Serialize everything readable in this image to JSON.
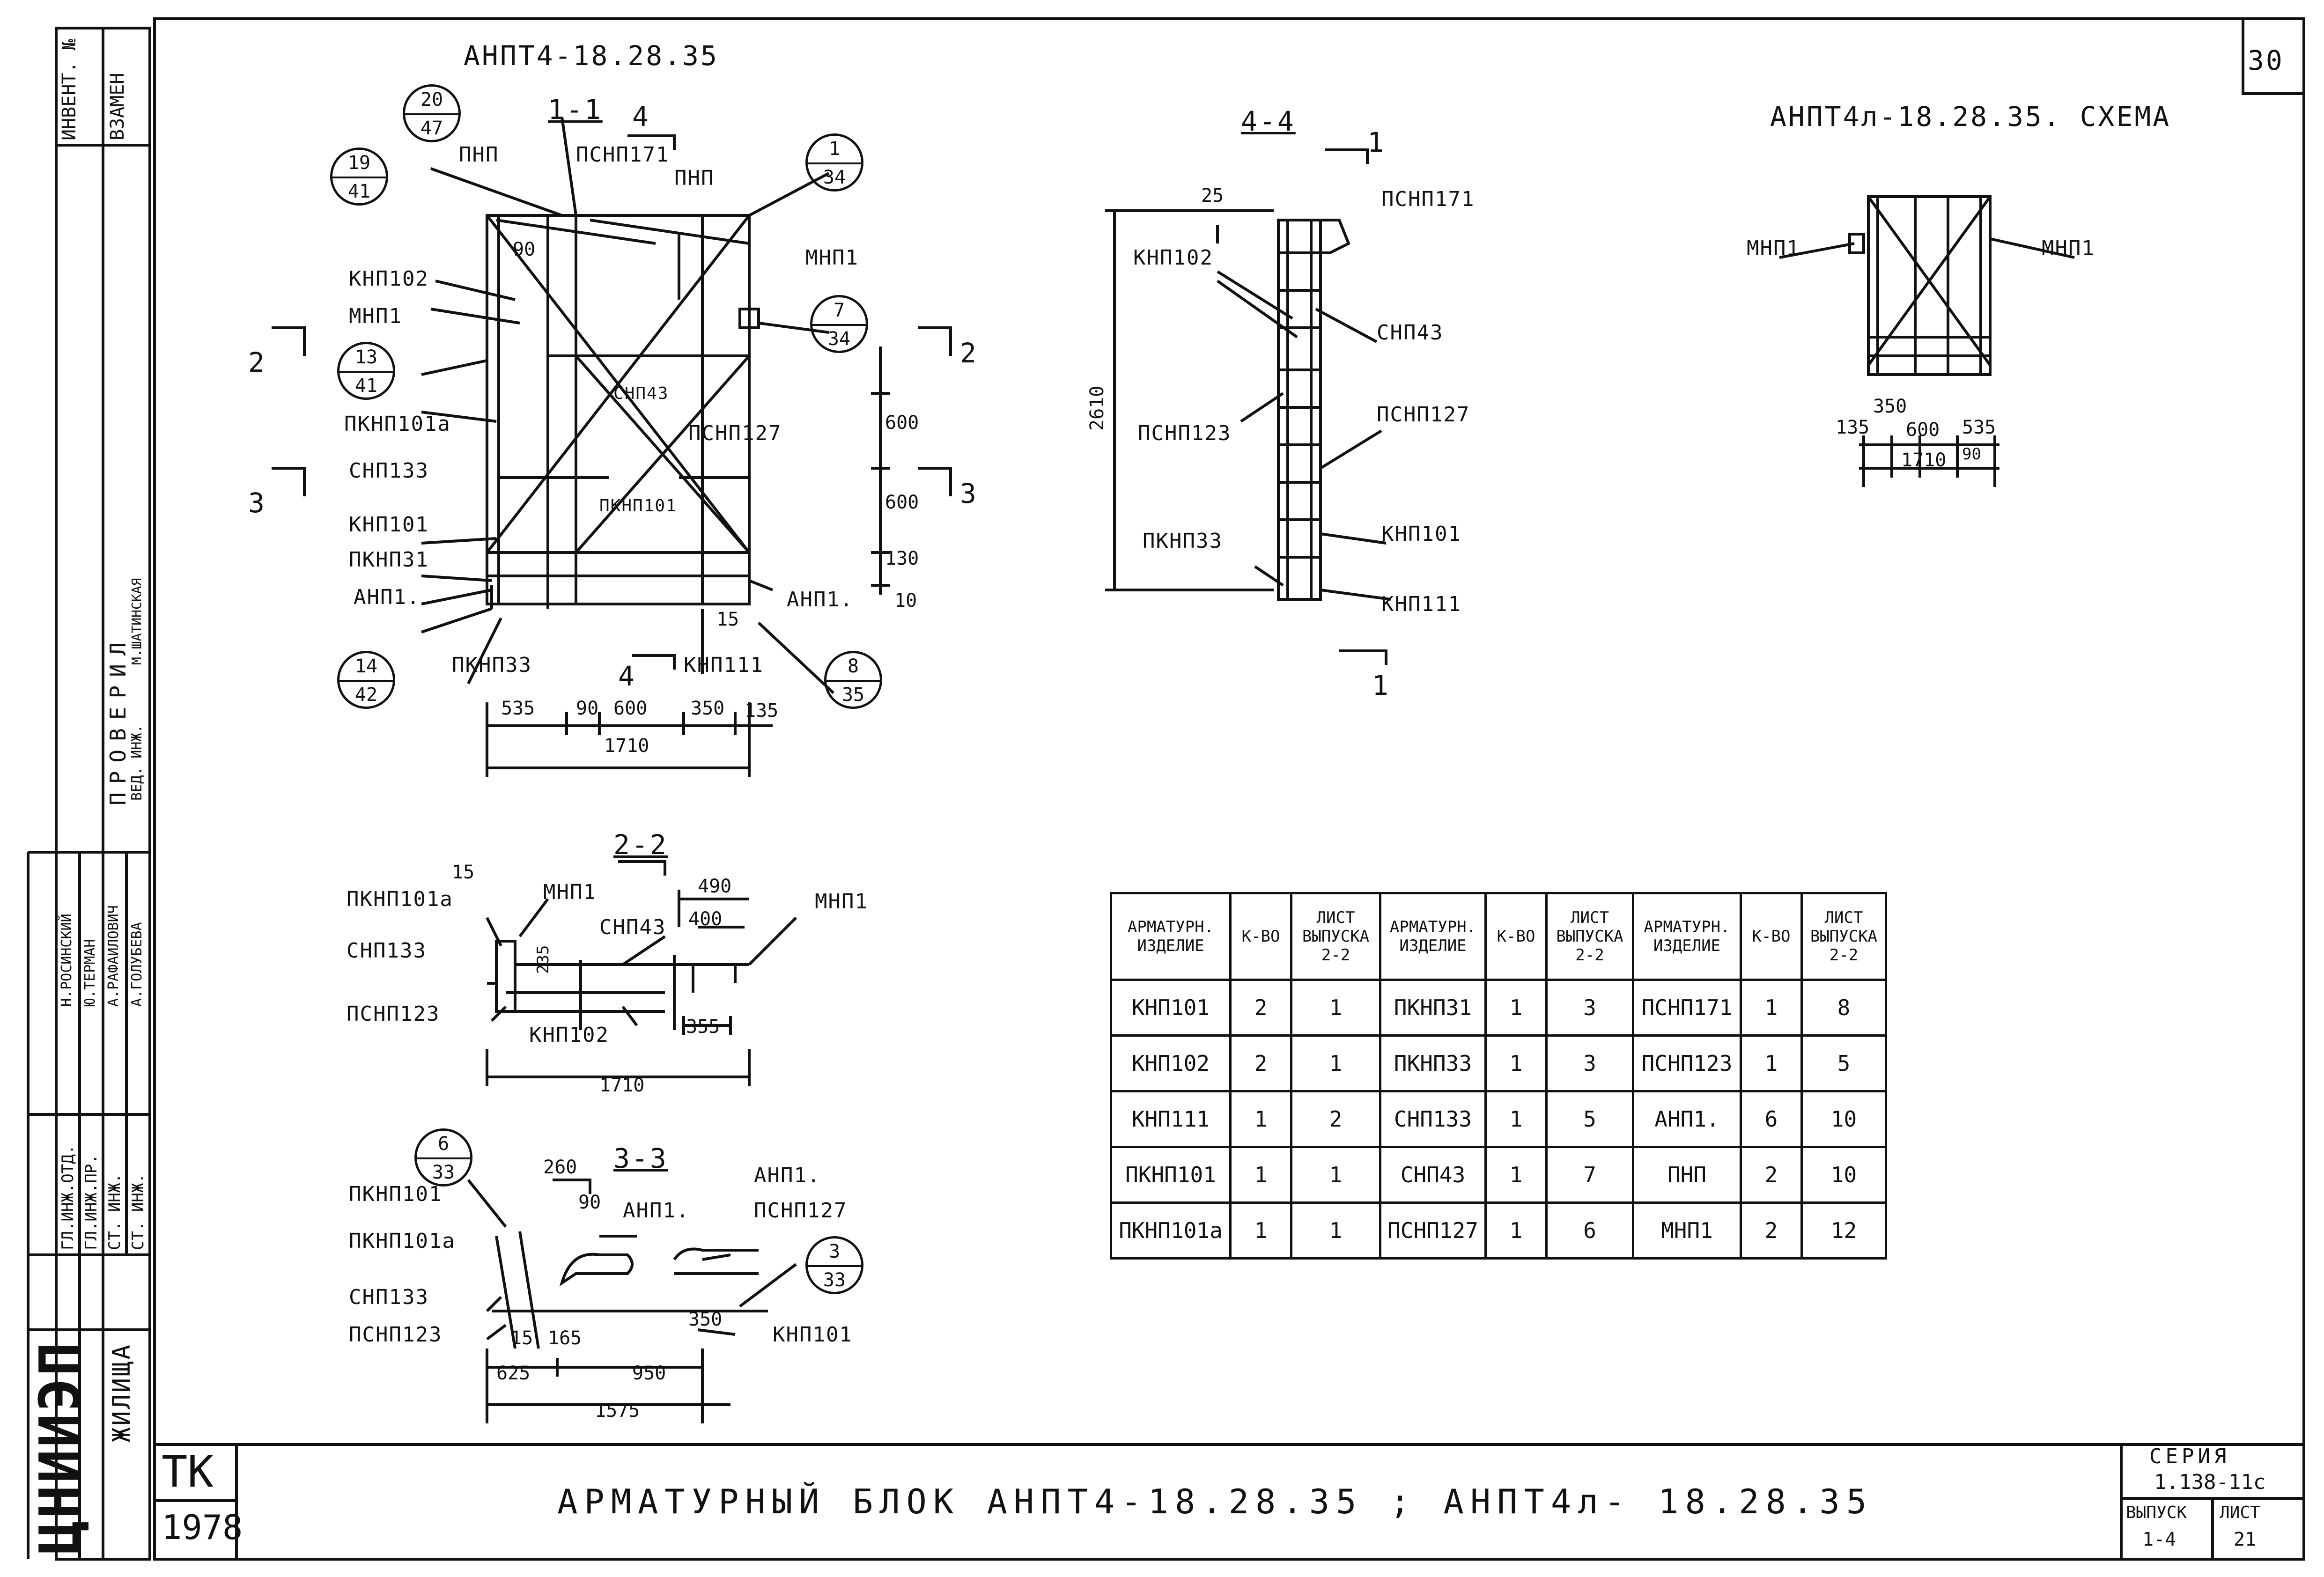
{
  "sheet_number": "30",
  "views": {
    "main_title": "АНПТ4-18.28.35",
    "section_1_1": "1-1",
    "section_2_2": "2-2",
    "section_3_3": "3-3",
    "section_4_4": "4-4",
    "schema_title": "АНПТ4л-18.28.35. СХЕМА",
    "cut_marks": {
      "c4": "4",
      "c2": "2",
      "c3": "3",
      "c1": "1"
    }
  },
  "labels_1_1": {
    "pnp_a": "ПНП",
    "psnp171": "ПСНП171",
    "pnp_b": "ПНП",
    "knp102": "КНП102",
    "mnp1_l": "МНП1",
    "mnp1_r": "МНП1",
    "pknp101a": "ПКНП101а",
    "snp133": "СНП133",
    "snp43": "СНП43",
    "psnp127": "ПСНП127",
    "pknp101": "ПКНП101",
    "knp101": "КНП101",
    "pknp31": "ПКНП31",
    "anp1_l": "АНП1.",
    "anp1_r": "АНП1.",
    "pknp33": "ПКНП33",
    "knp111": "КНП111"
  },
  "dims_1_1": {
    "d90": "90",
    "d600a": "600",
    "d600b": "600",
    "d130": "130",
    "d10": "10",
    "d15": "15",
    "d535": "535",
    "d90b": "90",
    "d600c": "600",
    "d350": "350",
    "d135": "135",
    "d1710": "1710"
  },
  "bubbles": [
    {
      "top": "20",
      "bottom": "47"
    },
    {
      "top": "19",
      "bottom": "41"
    },
    {
      "top": "1",
      "bottom": "34"
    },
    {
      "top": "7",
      "bottom": "34"
    },
    {
      "top": "13",
      "bottom": "41"
    },
    {
      "top": "14",
      "bottom": "42"
    },
    {
      "top": "8",
      "bottom": "35"
    },
    {
      "top": "6",
      "bottom": "33"
    },
    {
      "top": "3",
      "bottom": "33"
    }
  ],
  "labels_4_4": {
    "psnp171": "ПСНП171",
    "knp102": "КНП102",
    "snp43": "СНП43",
    "psnp127": "ПСНП127",
    "psnp123": "ПСНП123",
    "knp101": "КНП101",
    "pknp33": "ПКНП33",
    "knp111": "КНП111",
    "d25": "25",
    "d2610": "2610"
  },
  "labels_schema": {
    "mnp1_l": "МНП1",
    "mnp1_r": "МНП1",
    "d350": "350",
    "d135": "135",
    "d600": "600",
    "d535": "535",
    "d1710": "1710",
    "d90": "90"
  },
  "labels_2_2": {
    "d15": "15",
    "pknp101a": "ПКНП101а",
    "mnp1_l": "МНП1",
    "d490": "490",
    "mnp1_r": "МНП1",
    "snp133": "СНП133",
    "snp43": "СНП43",
    "d400": "400",
    "d235": "235",
    "psnp123": "ПСНП123",
    "knp102": "КНП102",
    "d355": "355",
    "d1710": "1710"
  },
  "labels_3_3": {
    "pknp101": "ПКНП101",
    "d260": "260",
    "anp1_a": "АНП1.",
    "d90": "90",
    "anp1_b": "АНП1.",
    "psnp127": "ПСНП127",
    "pknp101a": "ПКНП101а",
    "snp133": "СНП133",
    "psnp123": "ПСНП123",
    "d15": "15",
    "d165": "165",
    "d350": "350",
    "knp101": "КНП101",
    "d625": "625",
    "d950": "950",
    "d1575": "1575"
  },
  "spec_table": {
    "headers": [
      "АРМАТУРН. ИЗДЕЛИЕ",
      "К-ВО",
      "ЛИСТ ВЫПУСКА 2-2",
      "АРМАТУРН. ИЗДЕЛИЕ",
      "К-ВО",
      "ЛИСТ ВЫПУСКА 2-2",
      "АРМАТУРН. ИЗДЕЛИЕ",
      "К-ВО",
      "ЛИСТ ВЫПУСКА 2-2"
    ],
    "rows": [
      [
        "КНП101",
        "2",
        "1",
        "ПКНП31",
        "1",
        "3",
        "ПСНП171",
        "1",
        "8"
      ],
      [
        "КНП102",
        "2",
        "1",
        "ПКНП33",
        "1",
        "3",
        "ПСНП123",
        "1",
        "5"
      ],
      [
        "КНП111",
        "1",
        "2",
        "СНП133",
        "1",
        "5",
        "АНП1.",
        "6",
        "10"
      ],
      [
        "ПКНП101",
        "1",
        "1",
        "СНП43",
        "1",
        "7",
        "ПНП",
        "2",
        "10"
      ],
      [
        "ПКНП101а",
        "1",
        "1",
        "ПСНП127",
        "1",
        "6",
        "МНП1",
        "2",
        "12"
      ]
    ]
  },
  "left_margin": {
    "invent": "ИНВЕНТ. №",
    "vzamen": "ВЗАМЕН",
    "proveril": "ПРОВЕРИЛ",
    "roles": [
      "ГЛ.ИНЖ.ОТД.",
      "ГЛ.ИНЖ.ПР.",
      "СТ. ИНЖ.",
      "СТ. ИНЖ."
    ],
    "names": [
      "Н.РОСИНСКИЙ",
      "Ю.ТЕРМАН",
      "А.РАФАИЛОВИЧ",
      "А.ГОЛУБЕВА"
    ],
    "ved_inzh": "ВЕД. ИНЖ.",
    "mshatinskaya": "М.ШАТИНСКАЯ",
    "org": "ЦНИИЭП",
    "org2": "ЖИЛИЩА"
  },
  "title_block": {
    "tk": "ТК",
    "year": "1978",
    "title": "АРМАТУРНЫЙ БЛОК АНПТ4-18.28.35 ; АНПТ4л- 18.28.35",
    "seria_label": "СЕРИЯ",
    "seria": "1.138-11с",
    "vypusk_label": "ВЫПУСК",
    "vypusk": "1-4",
    "list_label": "ЛИСТ",
    "list": "21"
  }
}
